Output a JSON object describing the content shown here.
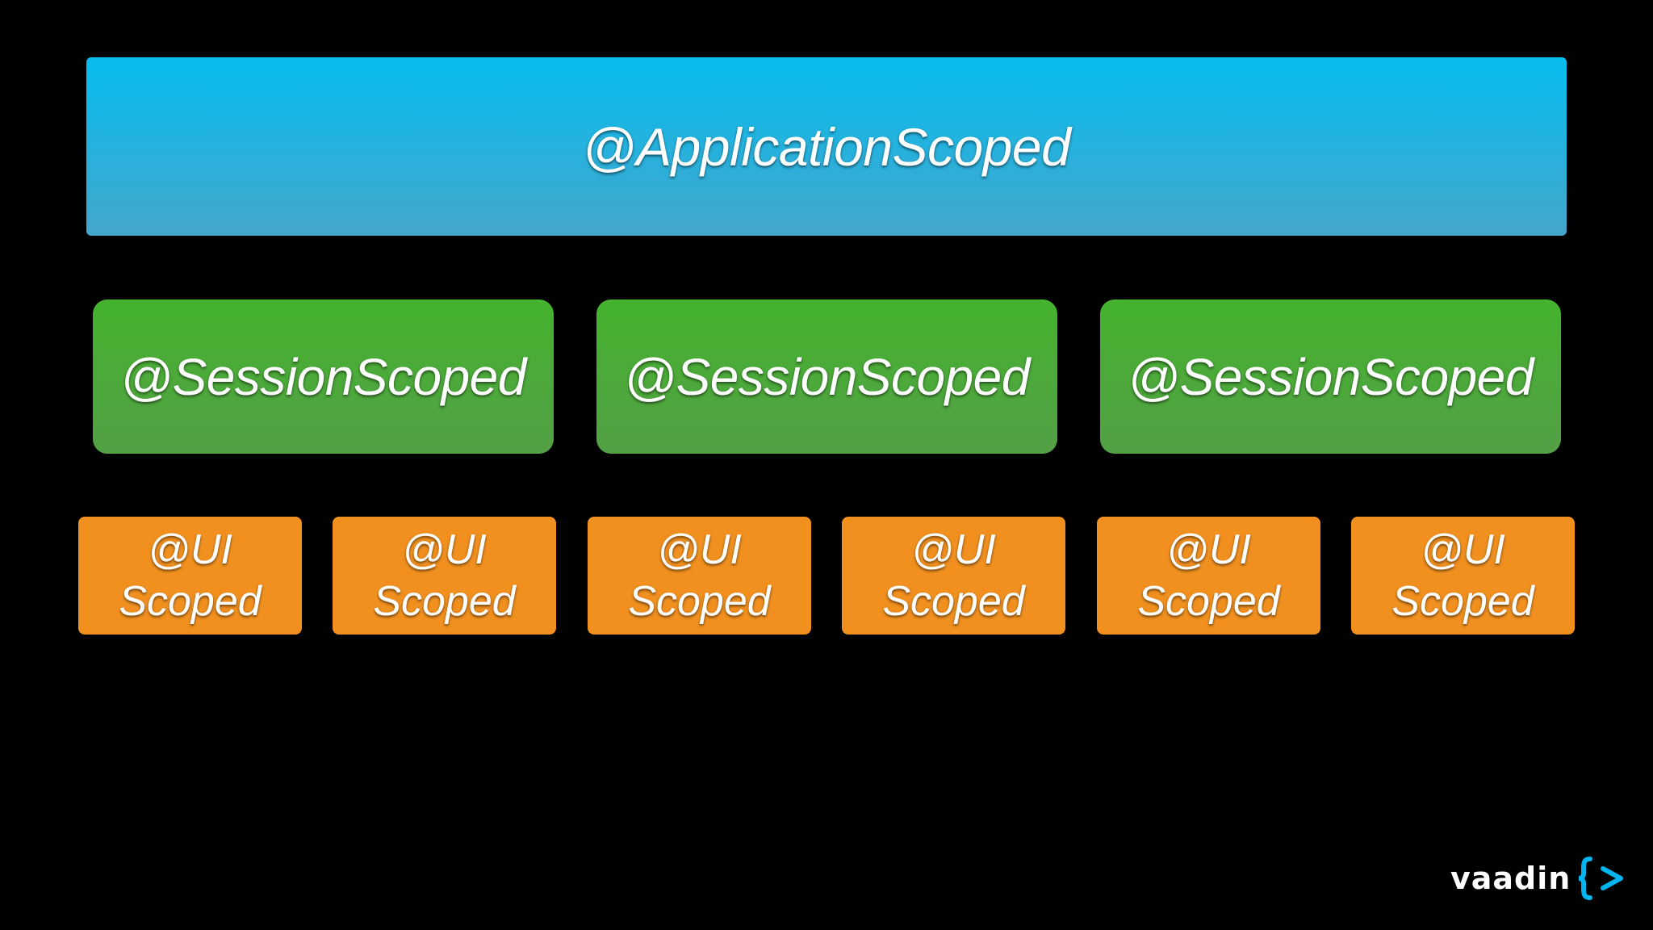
{
  "diagram": {
    "application": {
      "label": "@ApplicationScoped",
      "color": "#1fb4e8"
    },
    "sessions": [
      {
        "label": "@SessionScoped"
      },
      {
        "label": "@SessionScoped"
      },
      {
        "label": "@SessionScoped"
      }
    ],
    "session_color": "#4aab36",
    "ui_scopes": [
      {
        "line1": "@UI",
        "line2": "Scoped"
      },
      {
        "line1": "@UI",
        "line2": "Scoped"
      },
      {
        "line1": "@UI",
        "line2": "Scoped"
      },
      {
        "line1": "@UI",
        "line2": "Scoped"
      },
      {
        "line1": "@UI",
        "line2": "Scoped"
      },
      {
        "line1": "@UI",
        "line2": "Scoped"
      }
    ],
    "ui_color": "#f1901f"
  },
  "logo": {
    "text": "vaadin",
    "icon": "vaadin-brace-arrow-icon",
    "accent_color": "#00b4f0"
  }
}
